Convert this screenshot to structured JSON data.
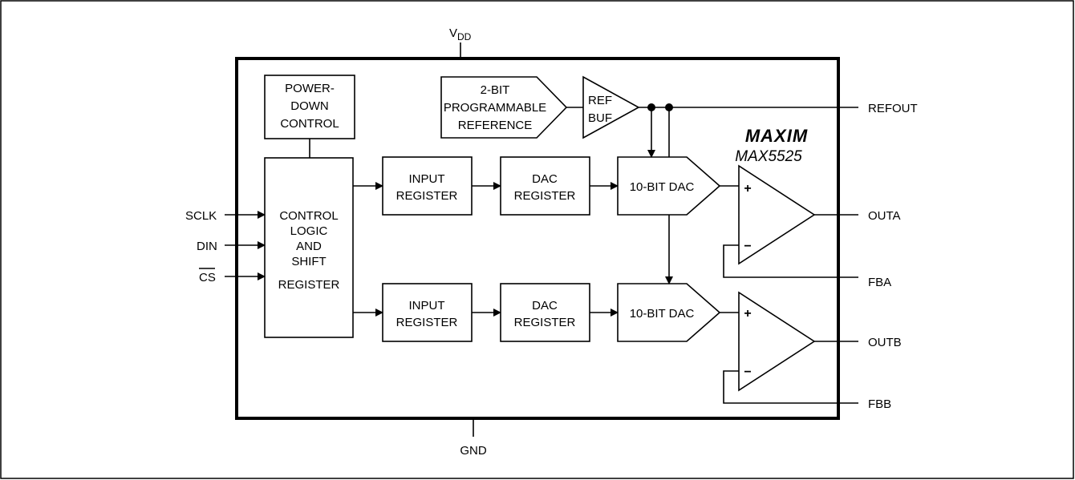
{
  "pins": {
    "vdd": "V",
    "vdd_sub": "DD",
    "gnd": "GND",
    "sclk": "SCLK",
    "din": "DIN",
    "cs": "CS",
    "refout": "REFOUT",
    "outa": "OUTA",
    "fba": "FBA",
    "outb": "OUTB",
    "fbb": "FBB"
  },
  "blocks": {
    "power_down": [
      "POWER-",
      "DOWN",
      "CONTROL"
    ],
    "control_logic": [
      "CONTROL",
      "LOGIC",
      "AND",
      "SHIFT",
      "REGISTER"
    ],
    "programmable_ref": [
      "2-BIT",
      "PROGRAMMABLE",
      "REFERENCE"
    ],
    "ref_buf": [
      "REF",
      "BUF"
    ],
    "input_register_a": [
      "INPUT",
      "REGISTER"
    ],
    "dac_register_a": [
      "DAC",
      "REGISTER"
    ],
    "dac_a": "10-BIT DAC",
    "input_register_b": [
      "INPUT",
      "REGISTER"
    ],
    "dac_register_b": [
      "DAC",
      "REGISTER"
    ],
    "dac_b": "10-BIT DAC"
  },
  "amps": {
    "plus": "+",
    "minus": "−"
  },
  "brand": {
    "logo": "MAXIM",
    "part": "MAX5525"
  }
}
